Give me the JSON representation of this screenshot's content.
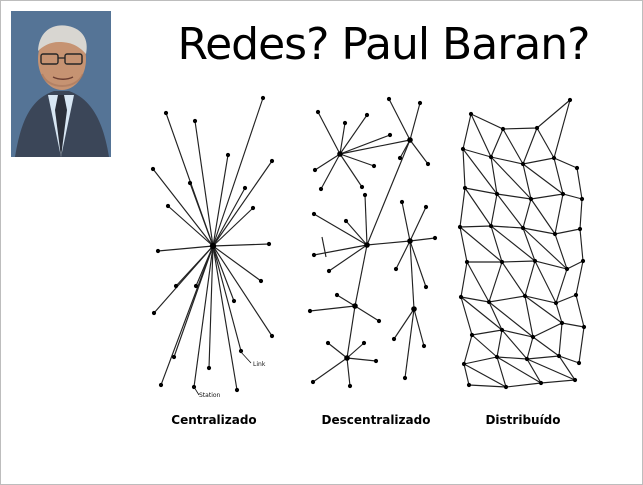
{
  "slide": {
    "title": "Redes? Paul Baran?",
    "portrait": {
      "icon": "person-portrait-icon",
      "colors": {
        "background": "#5f7ea0",
        "jacket": "#3b4658",
        "shirt": "#d7e6f3",
        "tie": "#2a2f3a",
        "skin": "#c69372",
        "hair": "#d8d6d1"
      }
    }
  },
  "diagrams": {
    "centralized": {
      "label": "Centralizado",
      "annotations": {
        "link": "Link",
        "station": "Station"
      }
    },
    "decentralized": {
      "label": "Descentralizado"
    },
    "distributed": {
      "label": "Distribuído"
    }
  }
}
